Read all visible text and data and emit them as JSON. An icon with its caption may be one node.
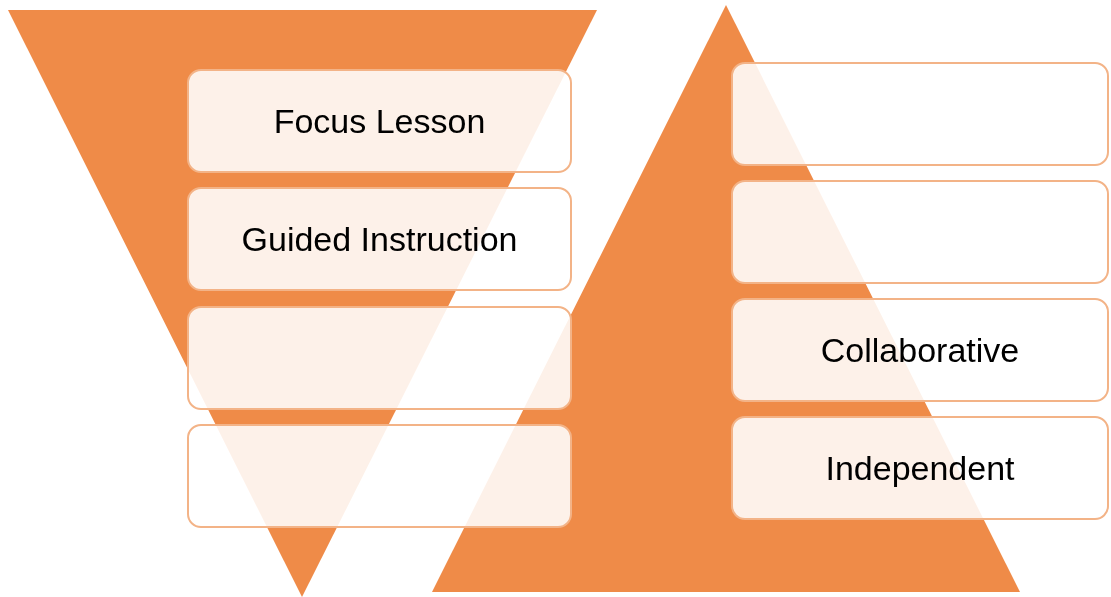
{
  "diagram": {
    "nodes": [
      {
        "text": [
          "Focus Lesson"
        ]
      },
      {
        "text": [
          "Guided Instruction"
        ]
      },
      {
        "text": [],
        "shape": "box"
      },
      {
        "text": [],
        "shape": "box"
      },
      {
        "text": [],
        "shape": "box"
      },
      {
        "text": [],
        "shape": "box"
      },
      {
        "text": [
          "Collaborative"
        ]
      },
      {
        "text": [
          "Independent"
        ]
      }
    ]
  }
}
